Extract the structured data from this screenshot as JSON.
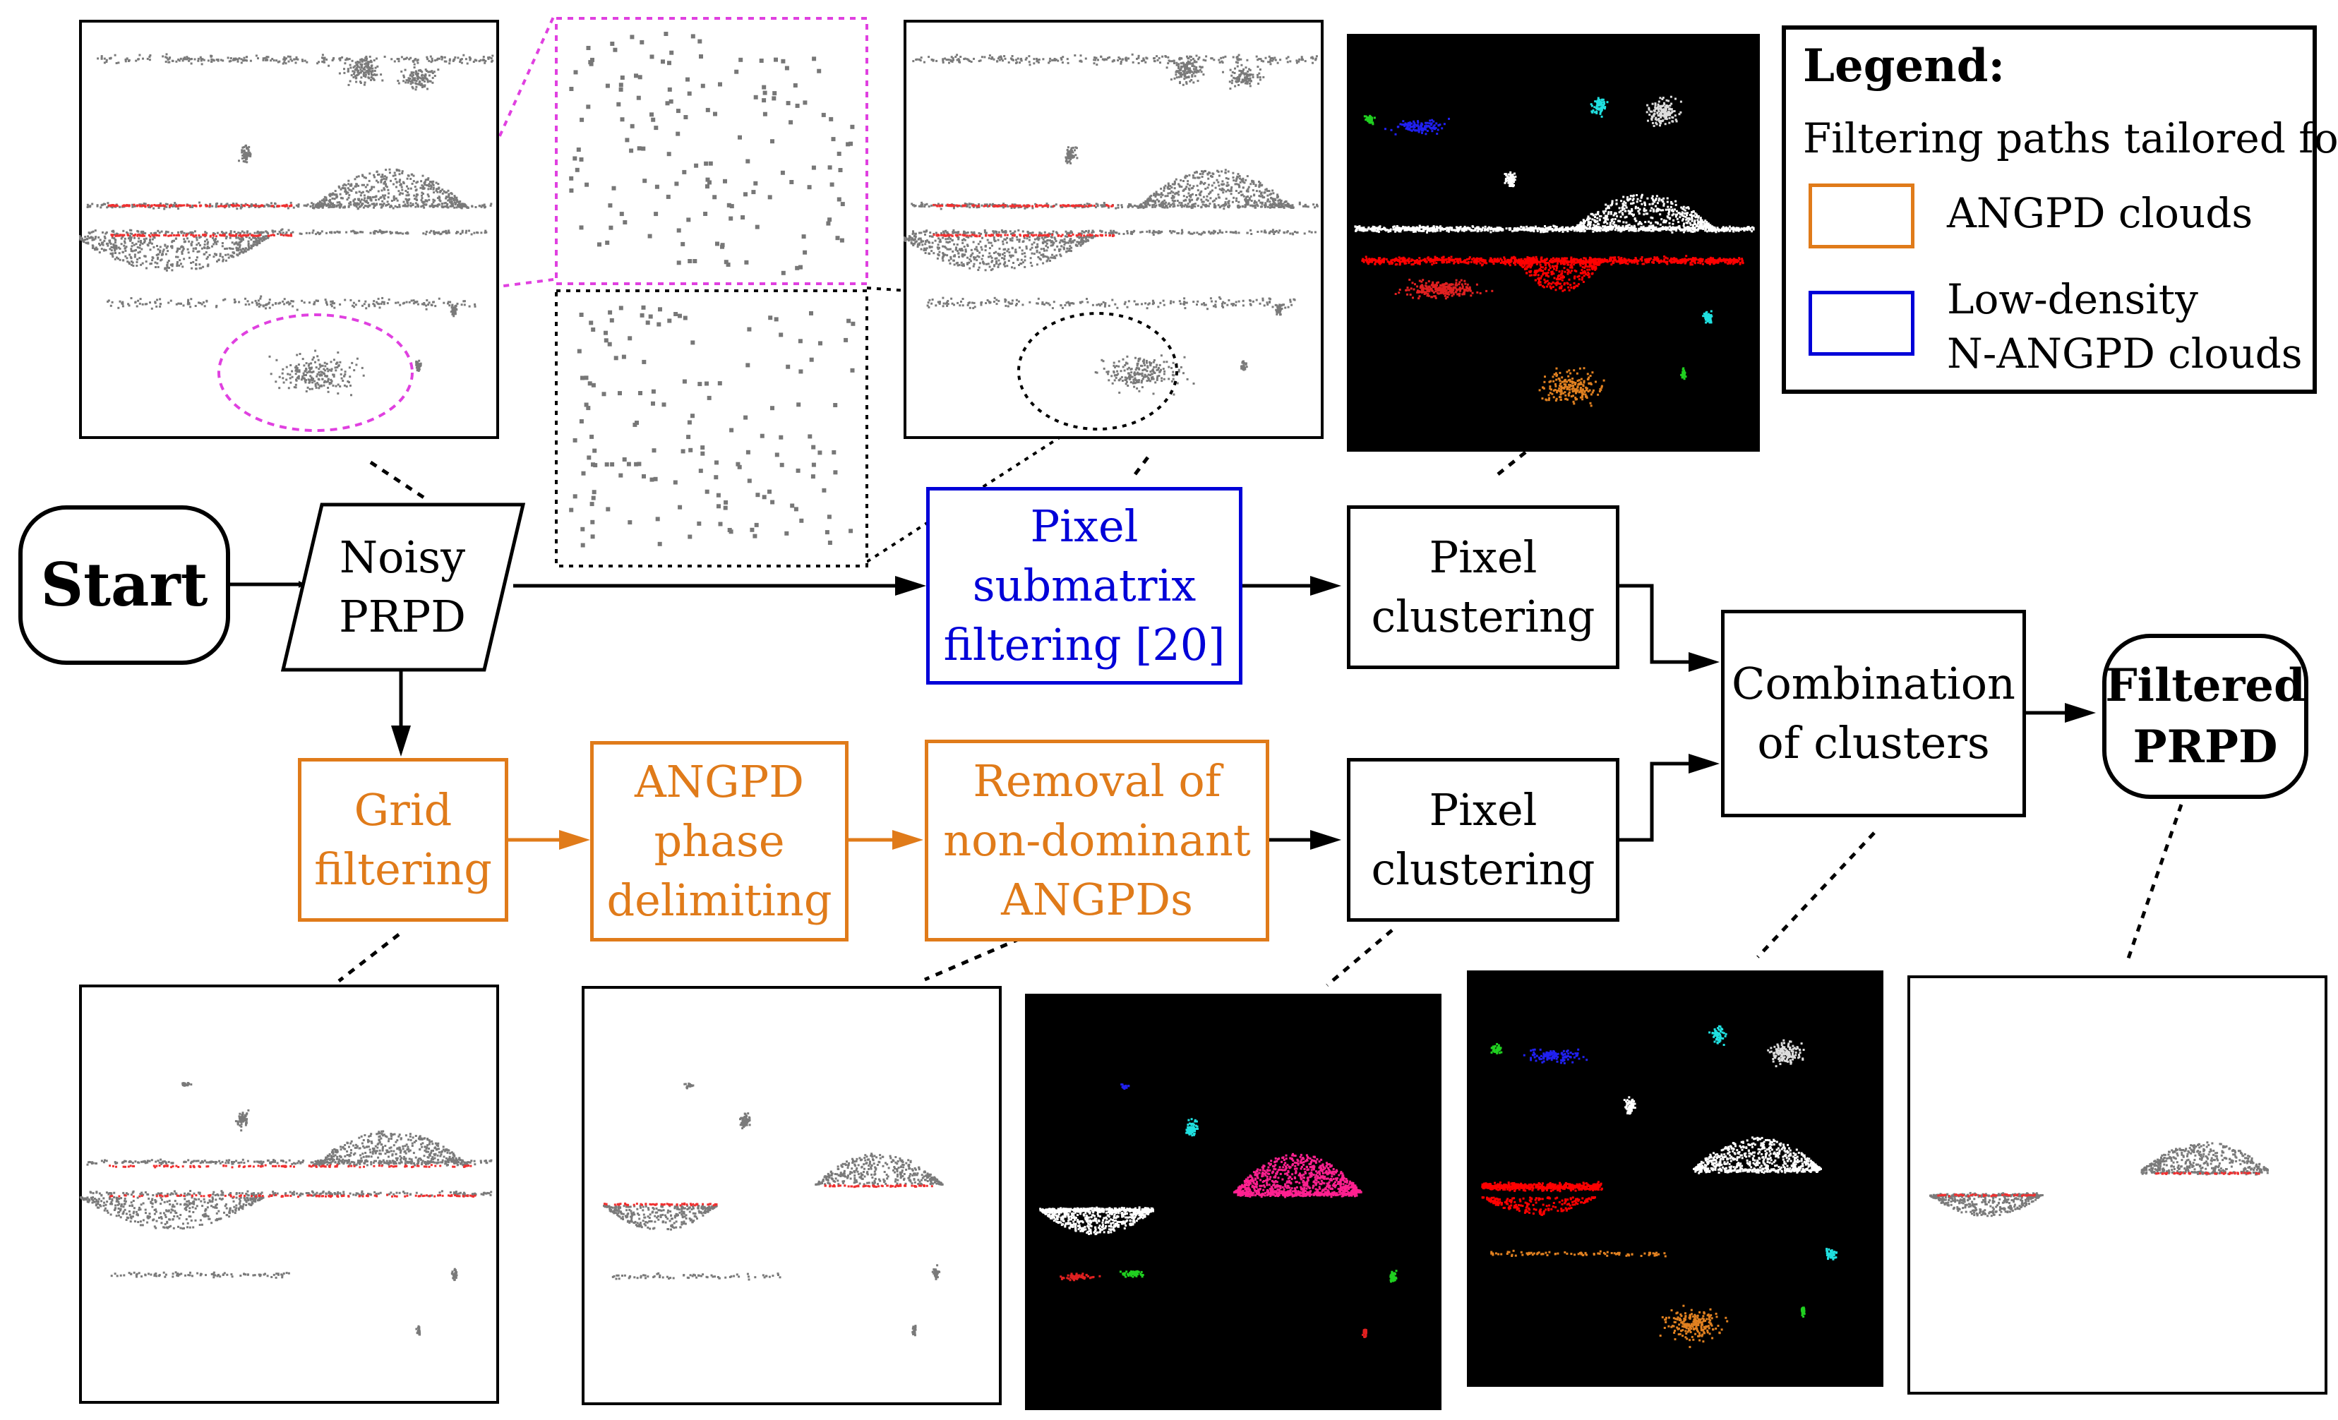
{
  "nodes": {
    "start": "Start",
    "noisy": [
      "Noisy",
      "PRPD"
    ],
    "submatrix": [
      "Pixel",
      "submatrix",
      "filtering [20]"
    ],
    "pc1": [
      "Pixel",
      "clustering"
    ],
    "grid": [
      "Grid",
      "filtering"
    ],
    "phase": [
      "ANGPD",
      "phase",
      "delimiting"
    ],
    "removal": [
      "Removal of",
      "non-dominant",
      "ANGPDs"
    ],
    "pc2": [
      "Pixel",
      "clustering"
    ],
    "combo": [
      "Combination",
      "of clusters"
    ],
    "filtered": [
      "Filtered",
      "PRPD"
    ]
  },
  "legend": {
    "title": "Legend:",
    "subtitle": "Filtering paths tailored for",
    "items": [
      {
        "lines": [
          "ANGPD clouds"
        ],
        "color": "#E07B1A"
      },
      {
        "lines": [
          "Low-density",
          "N-ANGPD clouds"
        ],
        "color": "#0000D8"
      }
    ]
  },
  "colors": {
    "orange": "#E07B1A",
    "blue": "#0000D8",
    "magenta": "#E040E0",
    "black": "#000000",
    "gray": "#7a7a7a",
    "red": "#F03030"
  }
}
